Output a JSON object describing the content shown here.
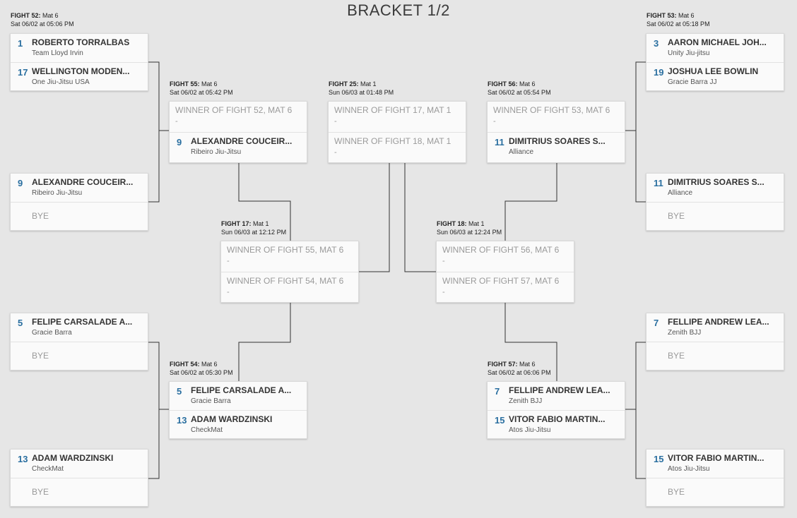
{
  "title": "BRACKET 1/2",
  "bye_label": "BYE",
  "dash": "-",
  "fights": {
    "f52": {
      "label": "FIGHT 52:",
      "mat": "Mat 6",
      "time": "Sat 06/02 at 05:06 PM",
      "a": {
        "seed": "1",
        "name": "ROBERTO TORRALBAS",
        "team": "Team Lloyd Irvin"
      },
      "b": {
        "seed": "17",
        "name": "WELLINGTON MODEN...",
        "team": "One Jiu-Jitsu USA"
      }
    },
    "f53": {
      "label": "FIGHT 53:",
      "mat": "Mat 6",
      "time": "Sat 06/02 at 05:18 PM",
      "a": {
        "seed": "3",
        "name": "AARON MICHAEL JOH...",
        "team": "Unity Jiu-jitsu"
      },
      "b": {
        "seed": "19",
        "name": "JOSHUA LEE BOWLIN",
        "team": "Gracie Barra JJ"
      }
    },
    "byeL1": {
      "seed": "9",
      "name": "ALEXANDRE COUCEIR...",
      "team": "Ribeiro Jiu-Jitsu"
    },
    "byeR1": {
      "seed": "11",
      "name": "DIMITRIUS SOARES S...",
      "team": "Alliance"
    },
    "byeL2": {
      "seed": "5",
      "name": "FELIPE CARSALADE A...",
      "team": "Gracie Barra"
    },
    "byeR2": {
      "seed": "7",
      "name": "FELLIPE ANDREW LEA...",
      "team": "Zenith BJJ"
    },
    "byeL3": {
      "seed": "13",
      "name": "ADAM WARDZINSKI",
      "team": "CheckMat"
    },
    "byeR3": {
      "seed": "15",
      "name": "VITOR FABIO MARTIN...",
      "team": "Atos Jiu-Jitsu"
    },
    "f55": {
      "label": "FIGHT 55:",
      "mat": "Mat 6",
      "time": "Sat 06/02 at 05:42 PM",
      "a_placeholder": "WINNER OF FIGHT 52, MAT 6",
      "b": {
        "seed": "9",
        "name": "ALEXANDRE COUCEIR...",
        "team": "Ribeiro Jiu-Jitsu"
      }
    },
    "f56": {
      "label": "FIGHT 56:",
      "mat": "Mat 6",
      "time": "Sat 06/02 at 05:54 PM",
      "a_placeholder": "WINNER OF FIGHT 53, MAT 6",
      "b": {
        "seed": "11",
        "name": "DIMITRIUS SOARES S...",
        "team": "Alliance"
      }
    },
    "f25": {
      "label": "FIGHT 25:",
      "mat": "Mat 1",
      "time": "Sun 06/03 at 01:48 PM",
      "a_placeholder": "WINNER OF FIGHT 17, MAT 1",
      "b_placeholder": "WINNER OF FIGHT 18, MAT 1"
    },
    "f17": {
      "label": "FIGHT 17:",
      "mat": "Mat 1",
      "time": "Sun 06/03 at 12:12 PM",
      "a_placeholder": "WINNER OF FIGHT 55, MAT 6",
      "b_placeholder": "WINNER OF FIGHT 54, MAT 6"
    },
    "f18": {
      "label": "FIGHT 18:",
      "mat": "Mat 1",
      "time": "Sun 06/03 at 12:24 PM",
      "a_placeholder": "WINNER OF FIGHT 56, MAT 6",
      "b_placeholder": "WINNER OF FIGHT 57, MAT 6"
    },
    "f54": {
      "label": "FIGHT 54:",
      "mat": "Mat 6",
      "time": "Sat 06/02 at 05:30 PM",
      "a": {
        "seed": "5",
        "name": "FELIPE CARSALADE A...",
        "team": "Gracie Barra"
      },
      "b": {
        "seed": "13",
        "name": "ADAM WARDZINSKI",
        "team": "CheckMat"
      }
    },
    "f57": {
      "label": "FIGHT 57:",
      "mat": "Mat 6",
      "time": "Sat 06/02 at 06:06 PM",
      "a": {
        "seed": "7",
        "name": "FELLIPE ANDREW LEA...",
        "team": "Zenith BJJ"
      },
      "b": {
        "seed": "15",
        "name": "VITOR FABIO MARTIN...",
        "team": "Atos Jiu-Jitsu"
      }
    }
  },
  "colors": {
    "seed": "#2a6fa0",
    "line": "#333333",
    "background": "#e6e6e6"
  }
}
